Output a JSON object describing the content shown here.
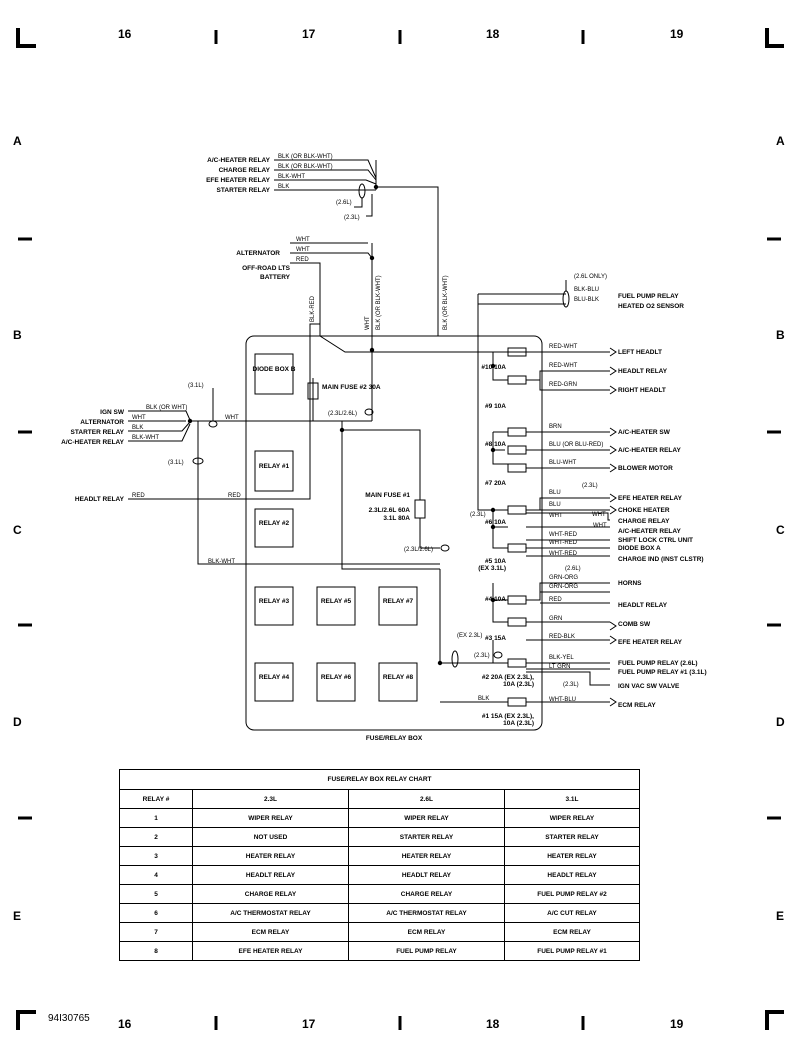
{
  "frame": {
    "columns": [
      "16",
      "17",
      "18",
      "19"
    ],
    "rows": [
      "A",
      "B",
      "C",
      "D",
      "E"
    ],
    "code": "94I30765"
  },
  "diagram": {
    "box_title": "FUSE/RELAY BOX",
    "relays": [
      "DIODE BOX B",
      "RELAY #1",
      "RELAY #2",
      "RELAY #3",
      "RELAY #5",
      "RELAY #7",
      "RELAY #4",
      "RELAY #6",
      "RELAY #8"
    ],
    "fuses": {
      "main2": "MAIN FUSE #2 30A",
      "main1_title": "MAIN FUSE #1",
      "main1_l1": "2.3L/2.6L 60A",
      "main1_l2": "3.1L 80A",
      "f10": "#10 10A",
      "f9": "#9 10A",
      "f8": "#8 10A",
      "f7": "#7 20A",
      "f6": "#6 10A",
      "f5": "#5 10A",
      "f5b": "(EX 3.1L)",
      "f4": "#4 10A",
      "f3": "#3 15A",
      "f2": "#2 20A (EX 2.3L),",
      "f2b": "10A (2.3L)",
      "f1": "#1 15A (EX 2.3L),",
      "f1b": "10A (2.3L)"
    },
    "top_left_labels": [
      "A/C-HEATER RELAY",
      "CHARGE RELAY",
      "EFE HEATER RELAY",
      "STARTER RELAY"
    ],
    "top_left_wires": [
      "BLK (OR BLK-WHT)",
      "BLK (OR BLK-WHT)",
      "BLK-WHT",
      "BLK"
    ],
    "alt_labels": [
      "ALTERNATOR",
      "OFF-ROAD LTS",
      "BATTERY"
    ],
    "alt_wires": [
      "WHT",
      "WHT",
      "RED"
    ],
    "left_labels": [
      "IGN SW",
      "ALTERNATOR",
      "STARTER RELAY",
      "A/C-HEATER RELAY",
      "HEADLT RELAY"
    ],
    "left_wires": [
      "BLK (OR WHT)",
      "WHT",
      "BLK",
      "BLK-WHT",
      "RED"
    ],
    "vertical_wires": [
      "BLK-RED",
      "WHT",
      "BLK (OR BLK-WHT)",
      "BLK (OR BLK-WHT)"
    ],
    "engine_notes": [
      "(2.6L)",
      "(2.3L)",
      "(3.1L)",
      "(2.3L/2.6L)",
      "(2.6L ONLY)",
      "(EX 2.3L)"
    ],
    "misc_wires": [
      "WHT",
      "RED",
      "BLK-WHT"
    ],
    "right_top": {
      "wires": [
        "BLK-BLU",
        "BLU-BLK"
      ],
      "labels": [
        "FUEL PUMP RELAY",
        "HEATED O2 SENSOR"
      ]
    },
    "right_rows": [
      {
        "wire": "RED-WHT",
        "label": "LEFT HEADLT"
      },
      {
        "wire": "RED-WHT",
        "label": "HEADLT RELAY"
      },
      {
        "wire": "RED-GRN",
        "label": "RIGHT HEADLT"
      },
      {
        "wire": "BRN",
        "label": "A/C-HEATER SW"
      },
      {
        "wire": "BLU (OR BLU-RED)",
        "label": "A/C-HEATER RELAY"
      },
      {
        "wire": "BLU-WHT",
        "label": "BLOWER MOTOR"
      },
      {
        "wire": "BLU",
        "label": "EFE HEATER RELAY"
      },
      {
        "wire": "BLU",
        "label": "CHOKE HEATER"
      },
      {
        "wire": "WHT",
        "label": "CHARGE RELAY"
      },
      {
        "wire": "WHT",
        "label": "A/C-HEATER RELAY"
      },
      {
        "wire": "WHT-RED",
        "label": "SHIFT LOCK CTRL UNIT"
      },
      {
        "wire": "WHT-RED",
        "label": "DIODE BOX A"
      },
      {
        "wire": "WHT-RED",
        "label": "CHARGE IND (INST CLSTR)"
      },
      {
        "wire": "GRN-ORG",
        "label": "HORNS"
      },
      {
        "wire": "GRN-ORG",
        "label": ""
      },
      {
        "wire": "RED",
        "label": "HEADLT RELAY"
      },
      {
        "wire": "GRN",
        "label": "COMB SW"
      },
      {
        "wire": "RED-BLK",
        "label": "EFE HEATER RELAY"
      },
      {
        "wire": "BLK-YEL",
        "label": "FUEL PUMP RELAY (2.6L)"
      },
      {
        "wire": "LT GRN",
        "label": "FUEL PUMP RELAY #1 (3.1L)"
      },
      {
        "wire": "",
        "label": "IGN VAC SW VALVE"
      },
      {
        "wire": "WHT-BLU",
        "label": "ECM RELAY"
      }
    ],
    "small_notes": {
      "n23l": "(2.3L)",
      "n26l": "(2.6L)",
      "wht_extra": "WHT",
      "blk_f1": "BLK"
    }
  },
  "table": {
    "title": "FUSE/RELAY BOX RELAY CHART",
    "headers": [
      "RELAY #",
      "2.3L",
      "2.6L",
      "3.1L"
    ],
    "rows": [
      [
        "1",
        "WIPER RELAY",
        "WIPER RELAY",
        "WIPER RELAY"
      ],
      [
        "2",
        "NOT USED",
        "STARTER RELAY",
        "STARTER RELAY"
      ],
      [
        "3",
        "HEATER RELAY",
        "HEATER RELAY",
        "HEATER RELAY"
      ],
      [
        "4",
        "HEADLT RELAY",
        "HEADLT RELAY",
        "HEADLT RELAY"
      ],
      [
        "5",
        "CHARGE RELAY",
        "CHARGE RELAY",
        "FUEL PUMP RELAY #2"
      ],
      [
        "6",
        "A/C THERMOSTAT RELAY",
        "A/C THERMOSTAT RELAY",
        "A/C CUT RELAY"
      ],
      [
        "7",
        "ECM RELAY",
        "ECM RELAY",
        "ECM RELAY"
      ],
      [
        "8",
        "EFE HEATER RELAY",
        "FUEL PUMP RELAY",
        "FUEL PUMP RELAY #1"
      ]
    ]
  }
}
